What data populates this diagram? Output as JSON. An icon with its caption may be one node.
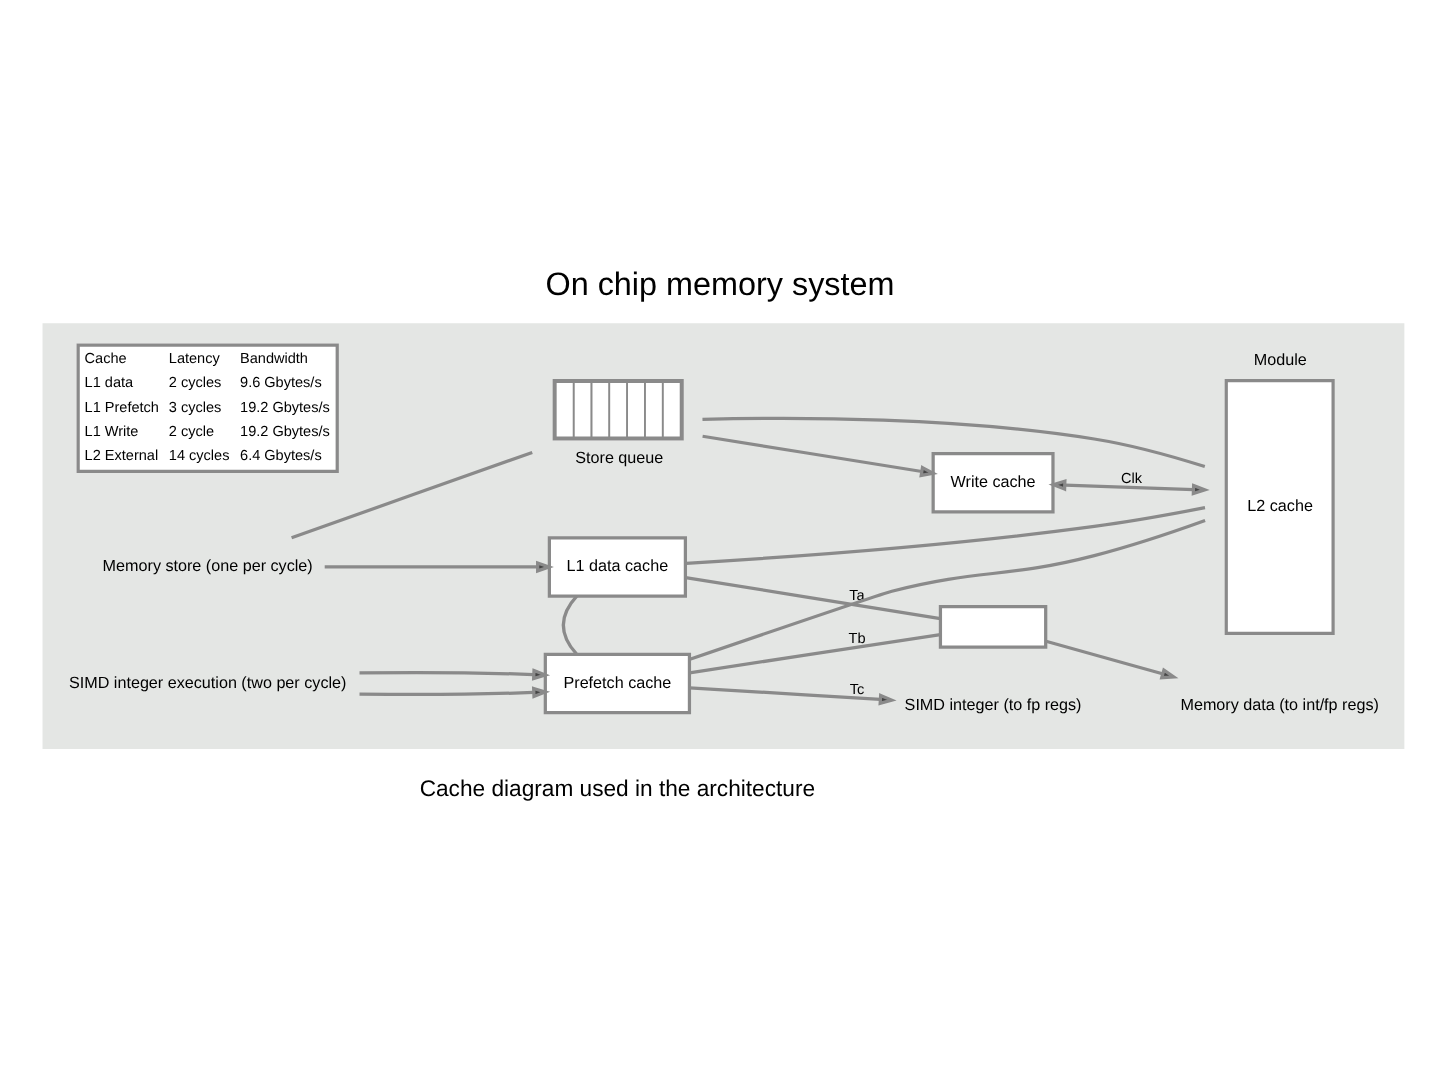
{
  "diagram": {
    "title": "On chip memory system",
    "caption": "Cache diagram used in the architecture",
    "nodes": [
      {
        "text": [],
        "shape": "box"
      },
      {
        "text": [
          "Memory store (one per cycle)"
        ],
        "in": 0
      },
      {
        "text": [
          "SIMD integer execution (two per cycle)"
        ],
        "in": 0
      },
      {
        "text": [
          "L1 data cache"
        ],
        "in": 0
      },
      {
        "text": [
          "Prefetch cache"
        ],
        "in": 0
      },
      {
        "text": [
          "Store queue"
        ],
        "in": 0
      },
      {
        "text": [],
        "shape": "trapezoid",
        "in": 0
      },
      {
        "text": [
          "Memory data (to int/fp regs)"
        ],
        "in": 0
      },
      {
        "text": [
          "SIMD integer (to fp regs)"
        ],
        "in": 0
      },
      {
        "text": [
          "Write cache"
        ],
        "in": 0
      },
      {
        "text": [
          "Module",
          "L2 cache"
        ],
        "in": 0
      }
    ],
    "edges": [
      {
        "from": 1,
        "to": 3,
        "arrow": "to"
      },
      {
        "from": 1,
        "to": 5,
        "arrow": "none"
      },
      {
        "from": 2,
        "to": 4,
        "arrow": "to"
      },
      {
        "from": 2,
        "to": 4,
        "arrow": "to"
      },
      {
        "from": 3,
        "to": 4,
        "arrow": "none"
      },
      {
        "from": 3,
        "to": 6,
        "arrow": "none",
        "label": "Ta"
      },
      {
        "from": 4,
        "to": 6,
        "arrow": "none",
        "label": "Tb"
      },
      {
        "from": 6,
        "to": 7,
        "arrow": "to"
      },
      {
        "from": 4,
        "to": 8,
        "arrow": "to",
        "label": "Tc"
      },
      {
        "from": 3,
        "to": 10,
        "arrow": "none"
      },
      {
        "from": 4,
        "to": 10,
        "arrow": "none"
      },
      {
        "from": 5,
        "to": 10,
        "arrow": "none"
      },
      {
        "from": 9,
        "to": 10,
        "arrow": "both",
        "label": "Clk"
      },
      {
        "from": 5,
        "to": 9,
        "arrow": "to"
      }
    ],
    "labels": [
      "Cache",
      "Latency",
      "Bandwidth",
      "L1 data",
      "2 cycles",
      "9.6 Gbytes/s",
      "L1 Prefetch",
      "3 cycles",
      "19.2 Gbytes/s",
      "L1 Write",
      "2 cycle",
      "19.2 Gbytes/s",
      "L2 External",
      "14 cycles",
      "6.4 Gbytes/s"
    ]
  }
}
